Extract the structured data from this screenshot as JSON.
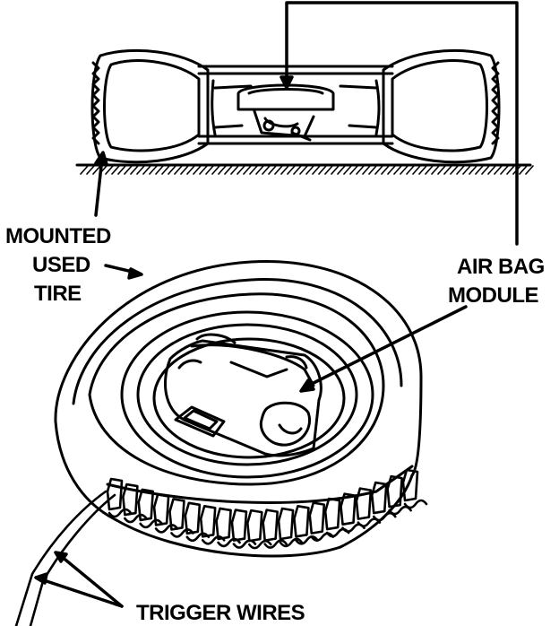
{
  "labels": {
    "mounted": "MOUNTED",
    "used": "USED",
    "tire": "TIRE",
    "air_bag": "AIR BAG",
    "module": "MODULE",
    "trigger_wires": "TRIGGER WIRES"
  },
  "colors": {
    "ink": "#000000",
    "paper": "#ffffff"
  }
}
